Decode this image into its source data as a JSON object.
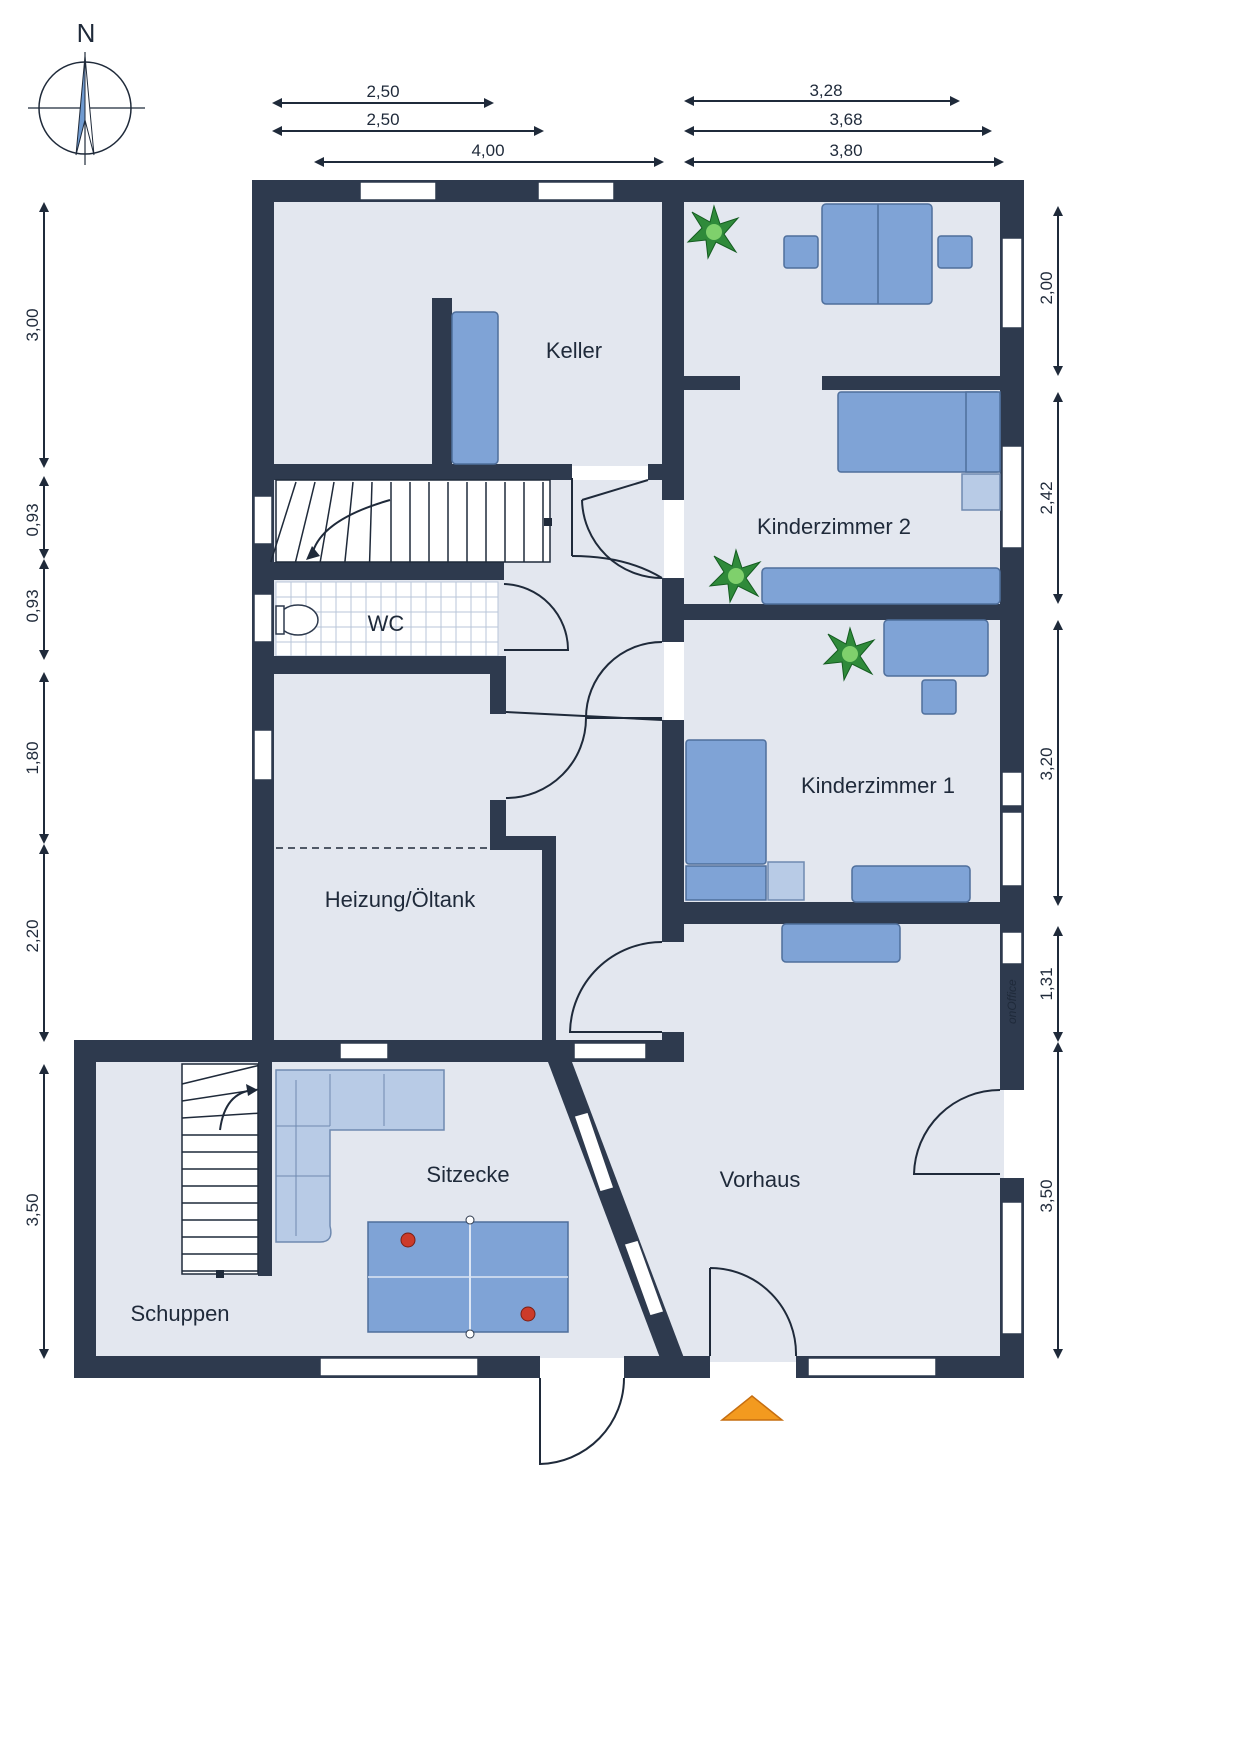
{
  "compass": {
    "label": "N"
  },
  "rooms": {
    "keller": "Keller",
    "kinderzimmer2": "Kinderzimmer 2",
    "wc": "WC",
    "kinderzimmer1": "Kinderzimmer 1",
    "heizung": "Heizung/Öltank",
    "sitzecke": "Sitzecke",
    "vorhaus": "Vorhaus",
    "schuppen": "Schuppen"
  },
  "dimensions": {
    "top_left": [
      "2,50",
      "2,50",
      "4,00"
    ],
    "top_right": [
      "3,28",
      "3,68",
      "3,80"
    ],
    "left": [
      "3,00",
      "0,93",
      "0,93",
      "1,80",
      "2,20",
      "3,50"
    ],
    "right": [
      "2,00",
      "2,42",
      "3,20",
      "1,31",
      "3,50"
    ]
  },
  "watermark": "onOffice",
  "colors": {
    "wall": "#2e3a4e",
    "floor": "#e3e7ef",
    "furniture": "#7fa3d6",
    "entrance_arrow": "#f39a1f"
  }
}
